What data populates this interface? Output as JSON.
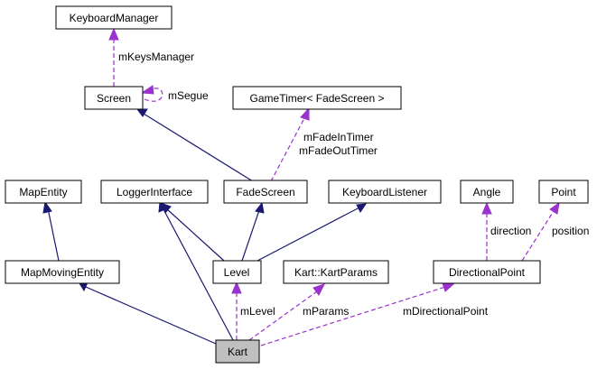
{
  "nodes": {
    "keyboard_manager": "KeyboardManager",
    "screen": "Screen",
    "game_timer": "GameTimer< FadeScreen >",
    "map_entity": "MapEntity",
    "logger_interface": "LoggerInterface",
    "fade_screen": "FadeScreen",
    "keyboard_listener": "KeyboardListener",
    "angle": "Angle",
    "point": "Point",
    "map_moving_entity": "MapMovingEntity",
    "level": "Level",
    "kart_params": "Kart::KartParams",
    "directional_point": "DirectionalPoint",
    "kart": "Kart"
  },
  "edge_labels": {
    "m_keys_manager": "mKeysManager",
    "m_segue": "mSegue",
    "m_fade_in_timer": "mFadeInTimer",
    "m_fade_out_timer": "mFadeOutTimer",
    "direction": "direction",
    "position": "position",
    "m_level": "mLevel",
    "m_params": "mParams",
    "m_directional_point": "mDirectionalPoint"
  },
  "colors": {
    "inheritance_edge": "#191970",
    "member_edge": "#9a32cd",
    "highlight_node": "#bfbfbf"
  }
}
